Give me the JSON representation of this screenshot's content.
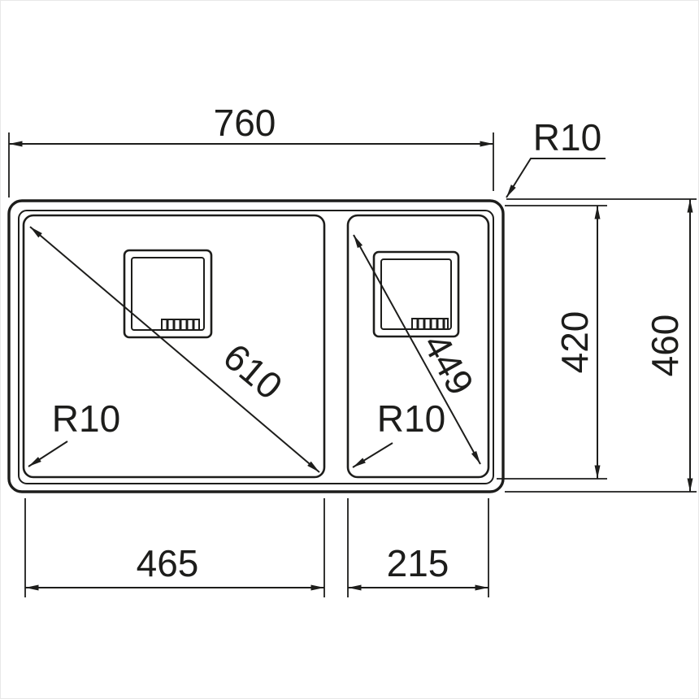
{
  "drawing": {
    "colors": {
      "line": "#1d1d1b",
      "background": "#ffffff"
    },
    "labels": {
      "overall_width": "760",
      "corner_radius": "R10",
      "inner_height": "420",
      "overall_height": "460",
      "main_bowl_diagonal": "610",
      "half_bowl_diagonal": "449",
      "main_bowl_corner_radius": "R10",
      "half_bowl_corner_radius": "R10",
      "main_bowl_width": "465",
      "half_bowl_width": "215"
    }
  }
}
